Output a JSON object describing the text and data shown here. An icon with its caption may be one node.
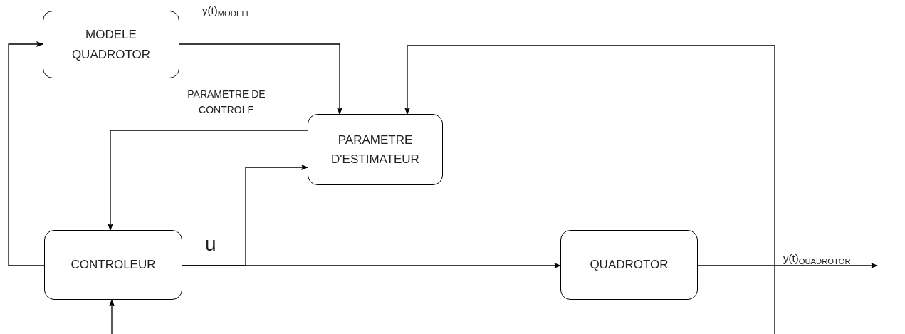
{
  "diagram": {
    "nodes": [
      {
        "text": [
          "MODELE QUADROTOR"
        ]
      },
      {
        "text": [
          "PARAMETRE D'ESTIMATEUR"
        ]
      },
      {
        "text": [
          "CONTROLEUR"
        ]
      },
      {
        "text": [
          "QUADROTOR"
        ]
      }
    ],
    "edges": [
      {
        "from": 2,
        "to": 0,
        "arrow": "to"
      },
      {
        "from": 0,
        "to": 1,
        "arrow": "to",
        "label": "y(t)$_{MODELE}$"
      },
      {
        "from": 1,
        "to": 2,
        "arrow": "to",
        "label": "PARAMETRE DE CONTROLE"
      },
      {
        "from": 2,
        "to": 3,
        "arrow": "to",
        "label": "u"
      },
      {
        "from": 2,
        "to": 1,
        "arrow": "to"
      },
      {
        "from": 3,
        "to": null,
        "arrow": "to",
        "label": "y(t)$_{QUADROTOR}$"
      },
      {
        "from": null,
        "to": 1,
        "arrow": "to"
      },
      {
        "from": null,
        "to": 2,
        "arrow": "to"
      }
    ]
  }
}
